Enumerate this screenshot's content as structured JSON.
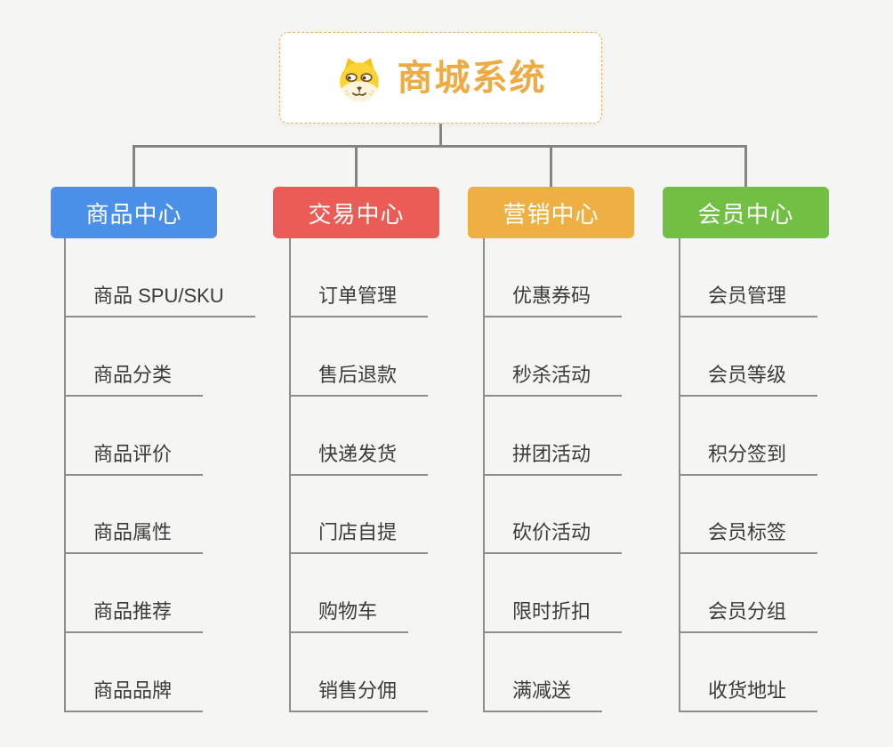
{
  "canvas": {
    "background_color": "#f5f5f3"
  },
  "root": {
    "title": "商城系统",
    "icon": "shiba-dog-icon",
    "text_color": "#eeab44",
    "border_color": "#edb367"
  },
  "connector_color": "#848484",
  "item_line_color": "#8e8e8e",
  "item_text_color": "#3b3b3b",
  "branches": [
    {
      "label": "商品中心",
      "color": "#4a90e8",
      "items": [
        "商品 SPU/SKU",
        "商品分类",
        "商品评价",
        "商品属性",
        "商品推荐",
        "商品品牌"
      ]
    },
    {
      "label": "交易中心",
      "color": "#ea5c55",
      "items": [
        "订单管理",
        "售后退款",
        "快递发货",
        "门店自提",
        "购物车",
        "销售分佣"
      ]
    },
    {
      "label": "营销中心",
      "color": "#eeb042",
      "items": [
        "优惠券码",
        "秒杀活动",
        "拼团活动",
        "砍价活动",
        "限时折扣",
        "满减送"
      ]
    },
    {
      "label": "会员中心",
      "color": "#71c043",
      "items": [
        "会员管理",
        "会员等级",
        "积分签到",
        "会员标签",
        "会员分组",
        "收货地址"
      ]
    }
  ]
}
